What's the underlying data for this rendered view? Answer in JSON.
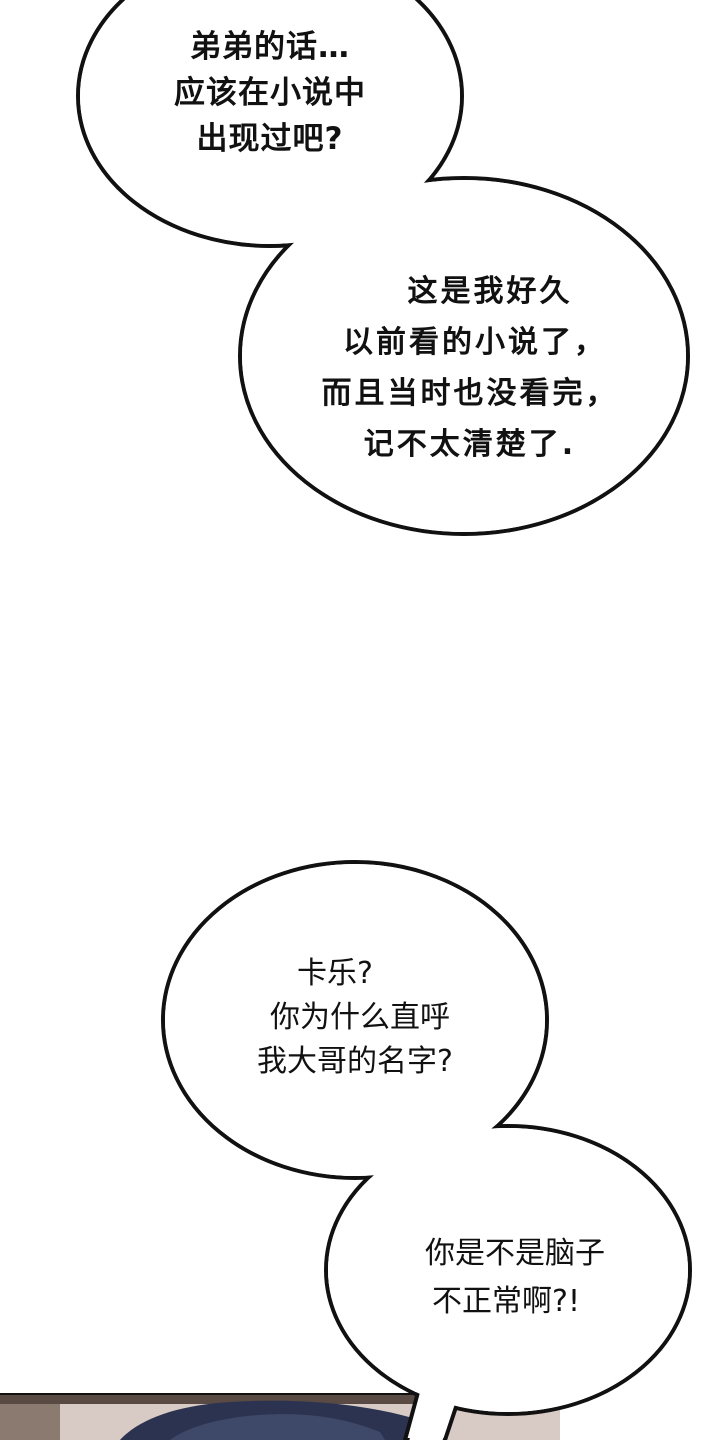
{
  "colors": {
    "background": "#ffffff",
    "bubble_fill": "#ffffff",
    "bubble_stroke": "#111111",
    "panel_frame": "#5a4a44",
    "hair_dark": "#2c3350",
    "panel_background": "#d8cbc5"
  },
  "bubbles": [
    {
      "lines": [
        "弟弟的话…",
        "应该在小说中",
        "出现过吧?"
      ]
    },
    {
      "lines": [
        "这是我好久",
        "以前看的小说了，",
        "而且当时也没看完，",
        "记不太清楚了."
      ]
    },
    {
      "lines": [
        "卡乐?",
        "你为什么直呼",
        "我大哥的名字?"
      ]
    },
    {
      "lines": [
        "你是不是脑子",
        "不正常啊?!"
      ]
    }
  ]
}
